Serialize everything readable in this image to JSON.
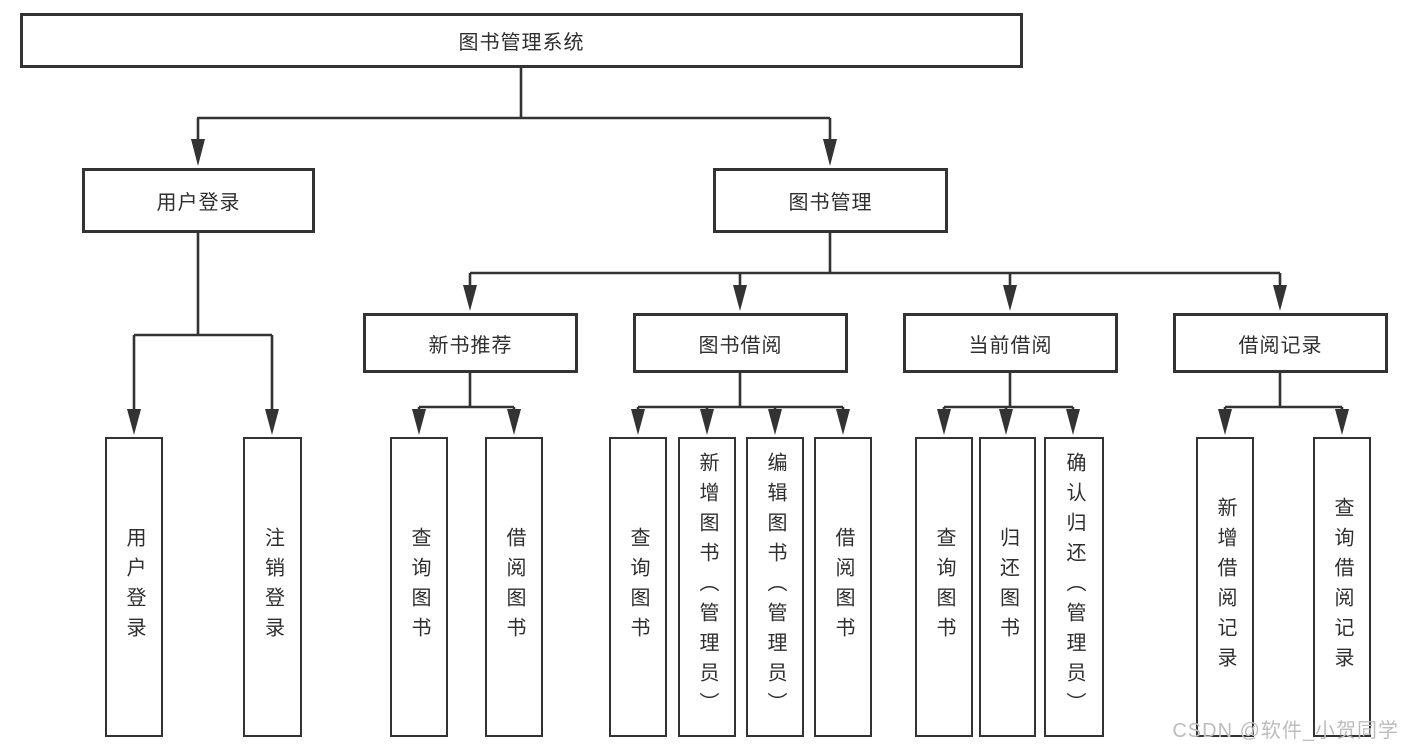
{
  "diagram": {
    "root": "图书管理系统",
    "level2": [
      "用户登录",
      "图书管理"
    ],
    "level3": [
      "新书推荐",
      "图书借阅",
      "当前借阅",
      "借阅记录"
    ],
    "leaves_user_login": [
      "用户登录",
      "注销登录"
    ],
    "leaves_new_books": [
      "查询图书",
      "借阅图书"
    ],
    "leaves_book_borrow": [
      "查询图书",
      "新增图书（管理员）",
      "编辑图书（管理员）",
      "借阅图书"
    ],
    "leaves_current_borrow": [
      "查询图书",
      "归还图书",
      "确认归还（管理员）"
    ],
    "leaves_borrow_records": [
      "新增借阅记录",
      "查询借阅记录"
    ]
  },
  "watermark": {
    "text": "CSDN @软件_小贺同学"
  },
  "colors": {
    "line": "#333333",
    "text": "#2f2f2f",
    "background": "#ffffff",
    "watermark": "#bdbdbd"
  }
}
